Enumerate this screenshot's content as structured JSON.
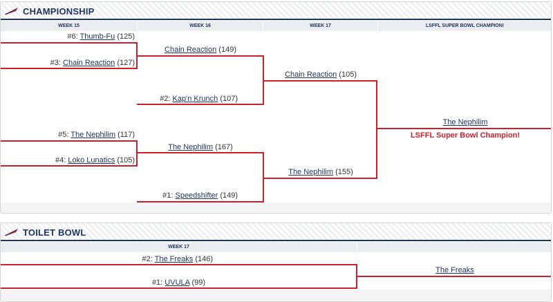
{
  "championship": {
    "title": "CHAMPIONSHIP",
    "columns": [
      "WEEK 15",
      "WEEK 16",
      "WEEK 17",
      "LSFFL SUPER BOWL CHAMPION!"
    ],
    "week15": [
      {
        "seed": "#6:",
        "team": "Thumb-Fu",
        "score": "(125)"
      },
      {
        "seed": "#3:",
        "team": "Chain Reaction",
        "score": "(127)"
      },
      {
        "seed": "#5:",
        "team": "The Nephilim",
        "score": "(117)"
      },
      {
        "seed": "#4:",
        "team": "Loko Lunatics",
        "score": "(105)"
      }
    ],
    "week16": [
      {
        "seed": "",
        "team": "Chain Reaction",
        "score": "(149)"
      },
      {
        "seed": "#2:",
        "team": "Kap'n Krunch",
        "score": "(107)"
      },
      {
        "seed": "",
        "team": "The Nephilim",
        "score": "(167)"
      },
      {
        "seed": "#1:",
        "team": "Speedshifter",
        "score": "(149)"
      }
    ],
    "week17": [
      {
        "team": "Chain Reaction",
        "score": "(105)"
      },
      {
        "team": "The Nephilim",
        "score": "(155)"
      }
    ],
    "champion": {
      "team": "The Nephilim",
      "label": "LSFFL Super Bowl Champion!"
    }
  },
  "toilet_bowl": {
    "title": "TOILET BOWL",
    "columns": [
      "WEEK 17",
      ""
    ],
    "week17": [
      {
        "seed": "#2:",
        "team": "The Freaks",
        "score": "(146)"
      },
      {
        "seed": "#1:",
        "team": "UVULA",
        "score": "(99)"
      }
    ],
    "winner": {
      "team": "The Freaks"
    }
  },
  "colors": {
    "accent": "#cc1f2a",
    "brand": "#1f3561"
  }
}
